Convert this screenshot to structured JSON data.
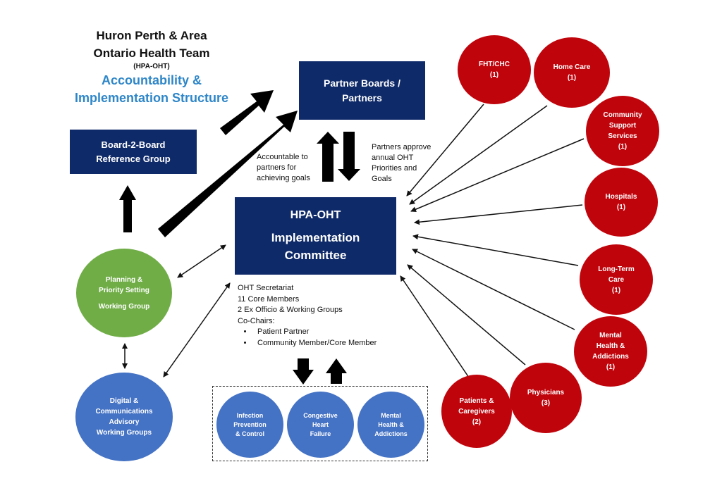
{
  "title": {
    "line1": "Huron Perth & Area",
    "line2": "Ontario Health Team",
    "abbrev": "(HPA-OHT)",
    "subtitle1": "Accountability &",
    "subtitle2": "Implementation Structure"
  },
  "partner_boards": {
    "line1": "Partner Boards /",
    "line2": "Partners"
  },
  "board2board": {
    "line1": "Board-2-Board",
    "line2": "Reference Group"
  },
  "committee": {
    "line1": "HPA-OHT",
    "line2": "Implementation",
    "line3": "Committee"
  },
  "accountable_note": [
    "Accountable to",
    "partners for",
    "achieving goals"
  ],
  "partners_approve_note": [
    "Partners approve",
    "annual OHT",
    "Priorities and",
    "Goals"
  ],
  "committee_details": {
    "lines": [
      "OHT Secretariat",
      "11 Core Members",
      "2 Ex Officio & Working Groups",
      "Co-Chairs:"
    ],
    "co_chairs": [
      "Patient Partner",
      "Community Member/Core Member"
    ]
  },
  "planning_group": {
    "line1": "Planning &",
    "line2": "Priority Setting",
    "line3": "Working Group"
  },
  "digital_group": {
    "line1": "Digital  &",
    "line2": "Communications",
    "line3": "Advisory",
    "line4": "Working Groups"
  },
  "working_groups": [
    {
      "line1": "Infection",
      "line2": "Prevention",
      "line3": "& Control"
    },
    {
      "line1": "Congestive",
      "line2": "Heart",
      "line3": "Failure"
    },
    {
      "line1": "Mental",
      "line2": "Health &",
      "line3": "Addictions"
    }
  ],
  "partner_sectors": [
    {
      "lines": [
        "FHT/CHC"
      ],
      "count": "(1)"
    },
    {
      "lines": [
        "Home Care"
      ],
      "count": "(1)"
    },
    {
      "lines": [
        "Community",
        "Support",
        "Services"
      ],
      "count": "(1)"
    },
    {
      "lines": [
        "Hospitals"
      ],
      "count": "(1)"
    },
    {
      "lines": [
        "Long-Term",
        "Care"
      ],
      "count": "(1)"
    },
    {
      "lines": [
        "Mental",
        "Health &",
        "Addictions"
      ],
      "count": "(1)"
    },
    {
      "lines": [
        "Physicians"
      ],
      "count": "(3)"
    },
    {
      "lines": [
        "Patients &",
        "Caregivers"
      ],
      "count": "(2)"
    }
  ],
  "colors": {
    "navy": "#0f2a69",
    "title_blue": "#2e86c8",
    "sector_red": "#c0040c",
    "planning_green": "#70ad47",
    "group_blue": "#4472c4"
  }
}
